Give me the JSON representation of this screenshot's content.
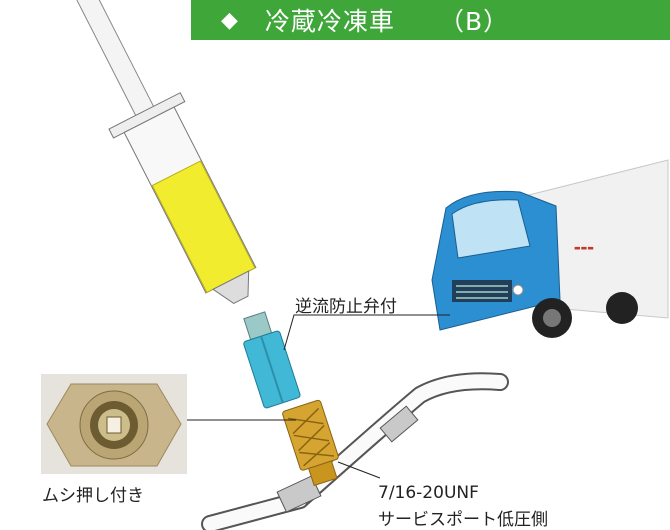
{
  "banner": {
    "marker": "◆",
    "title": "冷蔵冷凍車",
    "suffix": "（B）",
    "color": "#3fa63a"
  },
  "labels": {
    "check_valve": "逆流防止弁付",
    "core_included": "ムシ押し付き",
    "port_spec": "7/16-20UNF",
    "port_name": "サービスポート低圧側"
  },
  "colors": {
    "oil": "#f2ec2e",
    "adapter": "#41b8d6",
    "coupler": "#d6a531",
    "truck_cab": "#2b8fd1"
  }
}
